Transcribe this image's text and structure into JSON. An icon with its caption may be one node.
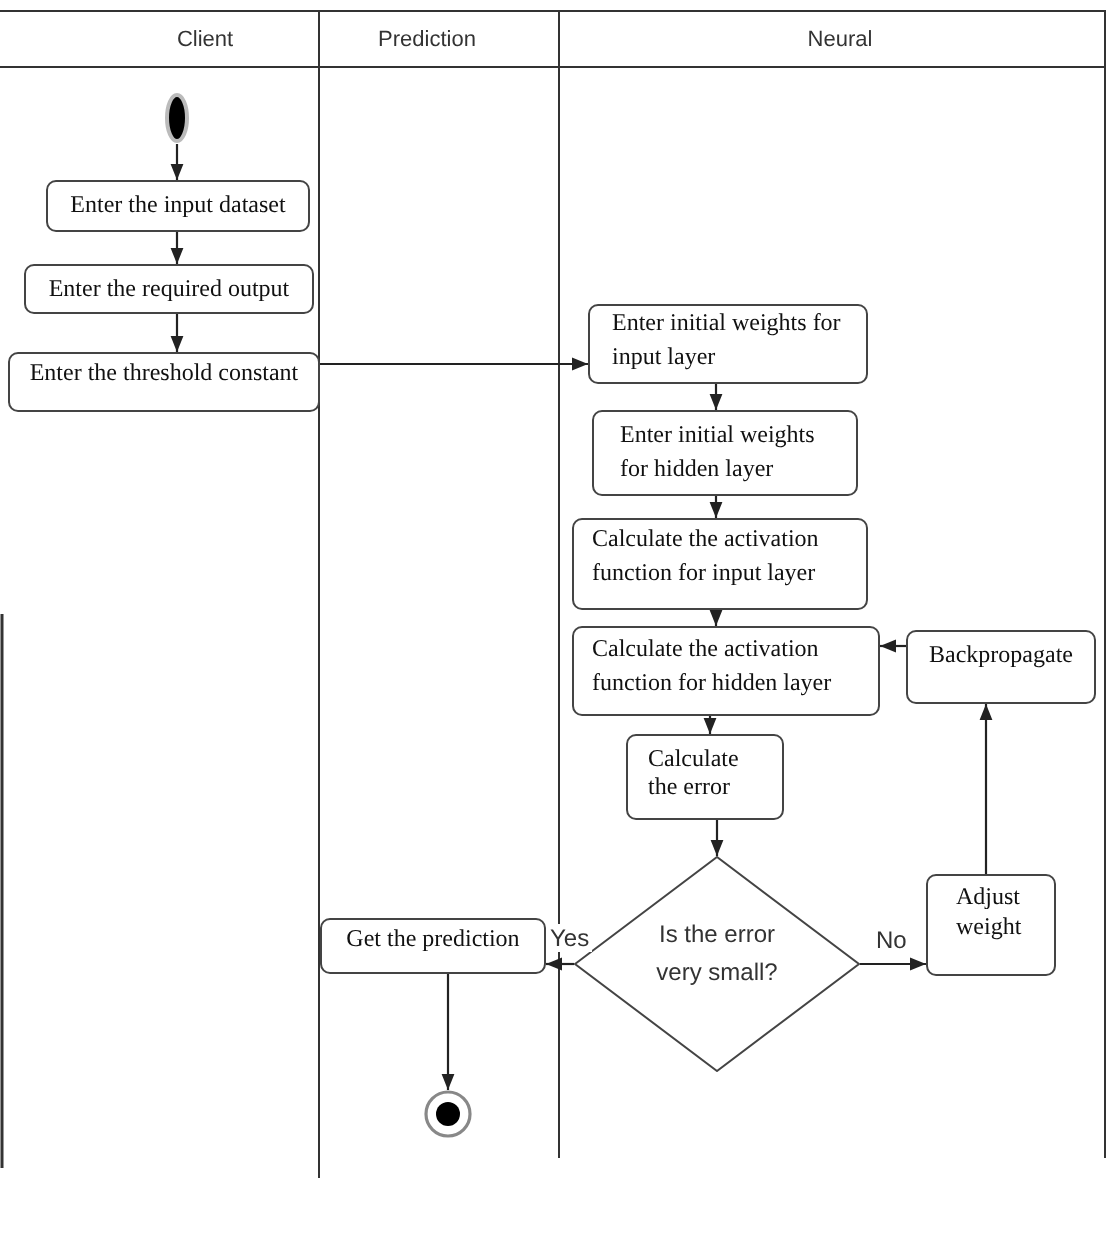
{
  "diagram": {
    "nodes": [
      {
        "text": [
          "Client"
        ]
      },
      {
        "text": [
          "Prediction"
        ]
      },
      {
        "text": [
          "Neural"
        ]
      },
      {
        "text": [],
        "shape": "circle",
        "in": 0
      },
      {
        "text": [
          "Enter the input dataset"
        ],
        "in": 0
      },
      {
        "text": [
          "Enter the required output"
        ],
        "in": 0
      },
      {
        "text": [
          "Enter the threshold constant"
        ],
        "in": 0
      },
      {
        "text": [
          "Enter initial weights for input layer"
        ],
        "in": 2
      },
      {
        "text": [
          "Enter initial weights for hidden layer"
        ],
        "in": 2
      },
      {
        "text": [
          "Calculate the activation function for input layer"
        ],
        "in": 2
      },
      {
        "text": [
          "Calculate the activation function for hidden layer"
        ],
        "in": 2
      },
      {
        "text": [
          "Backpropagate"
        ],
        "in": 2
      },
      {
        "text": [
          "Calculate the error"
        ],
        "in": 2
      },
      {
        "text": [
          "Is the error very small?"
        ],
        "in": 2
      },
      {
        "text": [
          "Adjust weight"
        ],
        "in": 2
      },
      {
        "text": [
          "Get the prediction"
        ],
        "in": 1
      },
      {
        "text": [],
        "shape": "circle",
        "in": 1
      }
    ],
    "edges": [
      {
        "from": 3,
        "to": 4,
        "arrow": "to"
      },
      {
        "from": 4,
        "to": 5,
        "arrow": "to"
      },
      {
        "from": 5,
        "to": 6,
        "arrow": "to"
      },
      {
        "from": 6,
        "to": 7,
        "arrow": "to"
      },
      {
        "from": 7,
        "to": 8,
        "arrow": "to"
      },
      {
        "from": 8,
        "to": 9,
        "arrow": "to"
      },
      {
        "from": 9,
        "to": 10,
        "arrow": "to"
      },
      {
        "from": 10,
        "to": 12,
        "arrow": "to"
      },
      {
        "from": 12,
        "to": 13,
        "arrow": "to"
      },
      {
        "from": 13,
        "to": 14,
        "arrow": "to",
        "label": "No"
      },
      {
        "from": 14,
        "to": 11,
        "arrow": "to"
      },
      {
        "from": 11,
        "to": 10,
        "arrow": "to"
      },
      {
        "from": 13,
        "to": 15,
        "arrow": "to",
        "label": "Yes"
      },
      {
        "from": 15,
        "to": 16,
        "arrow": "to"
      }
    ]
  }
}
